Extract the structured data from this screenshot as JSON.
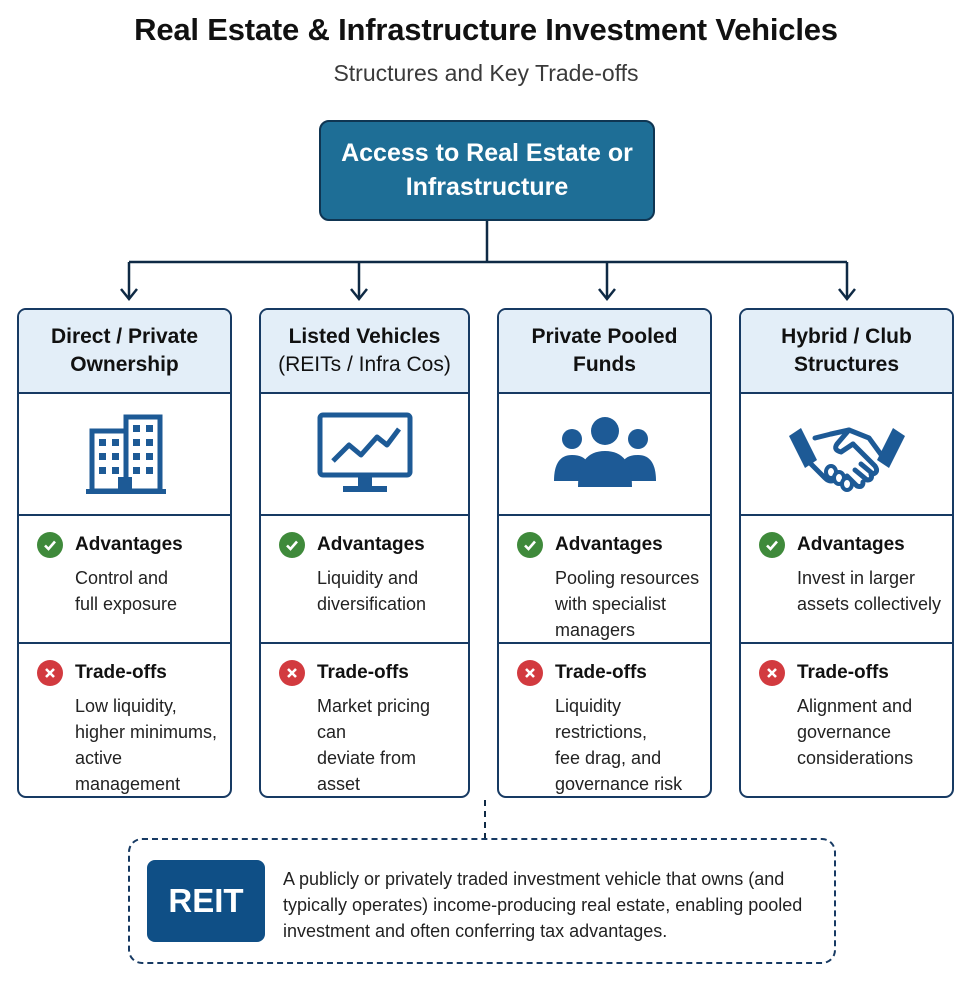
{
  "title": "Real Estate & Infrastructure Investment Vehicles",
  "subtitle": "Structures and Key Trade-offs",
  "root": {
    "label": "Access to Real Estate or Infrastructure"
  },
  "cards": [
    {
      "heading": "Direct / Private Ownership",
      "heading_sub": "",
      "icon": "office-building-icon",
      "advantages_label": "Advantages",
      "advantages": "Control and\nfull exposure",
      "tradeoffs_label": "Trade-offs",
      "tradeoffs": "Low liquidity,\nhigher minimums,\nactive management"
    },
    {
      "heading": "Listed Vehicles",
      "heading_sub": "(REITs / Infra Cos)",
      "icon": "stock-chart-monitor-icon",
      "advantages_label": "Advantages",
      "advantages": "Liquidity and\ndiversification",
      "tradeoffs_label": "Trade-offs",
      "tradeoffs": "Market pricing can\ndeviate from asset\nvalues; higher\nvolatility"
    },
    {
      "heading": "Private Pooled Funds",
      "heading_sub": "",
      "icon": "people-group-icon",
      "advantages_label": "Advantages",
      "advantages": "Pooling resources\nwith specialist\nmanagers",
      "tradeoffs_label": "Trade-offs",
      "tradeoffs": "Liquidity restrictions,\nfee drag, and\ngovernance risk"
    },
    {
      "heading": "Hybrid / Club Structures",
      "heading_sub": "",
      "icon": "handshake-icon",
      "advantages_label": "Advantages",
      "advantages": "Invest in larger\nassets collectively",
      "tradeoffs_label": "Trade-offs",
      "tradeoffs": "Alignment and\ngovernance\nconsiderations"
    }
  ],
  "definition": {
    "term": "REIT",
    "text": "A publicly or privately traded investment vehicle that owns (and typically operates) income-producing real estate, enabling pooled investment and often conferring tax advantages."
  },
  "colors": {
    "root_fill": "#1e6e96",
    "navy": "#173a63",
    "header_fill": "#e3eef8",
    "icon_blue": "#1d5a96",
    "check_green": "#3f8a3b",
    "cross_red": "#d23a3f",
    "reit_fill": "#0f4f86"
  }
}
